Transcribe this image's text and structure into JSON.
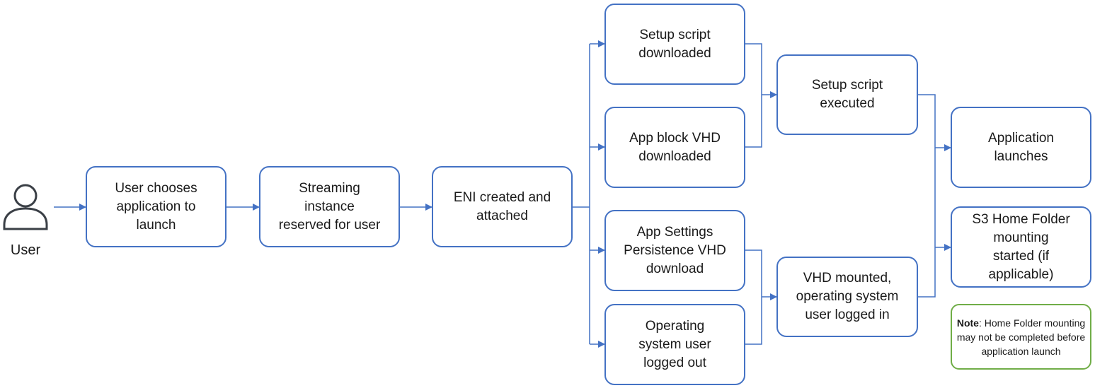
{
  "user": {
    "label": "User"
  },
  "steps": {
    "choose_app": "User chooses\napplication to\nlaunch",
    "streaming_instance": "Streaming\ninstance\nreserved for user",
    "eni": "ENI created and\nattached",
    "setup_download": "Setup script\ndownloaded",
    "app_block": "App block VHD\ndownloaded",
    "app_settings": "App Settings\nPersistence VHD\ndownload",
    "os_logout": "Operating\nsystem user\nlogged out",
    "setup_executed": "Setup script\nexecuted",
    "vhd_mounted": "VHD mounted,\noperating system\nuser logged in",
    "app_launches": "Application\nlaunches",
    "s3_home": "S3 Home Folder\nmounting\nstarted (if\napplicable)"
  },
  "note": {
    "label": "Note",
    "text": ": Home Folder mounting may not be completed before application launch"
  },
  "colors": {
    "box_border": "#4472c4",
    "connector": "#4472c4",
    "note_border": "#70ad47"
  }
}
